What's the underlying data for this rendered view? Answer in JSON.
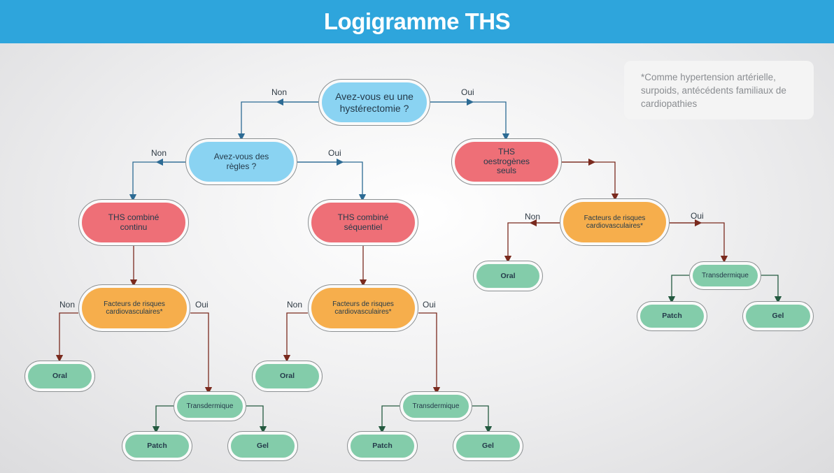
{
  "title": "Logigramme THS",
  "note": "*Comme hypertension artérielle, surpoids, antécédents familiaux de cardiopathies",
  "labels": {
    "non": "Non",
    "oui": "Oui"
  },
  "nodes": {
    "q_hysterectomie": "Avez-vous eu une hystérectomie ?",
    "q_regles": "Avez-vous des règles ?",
    "ths_oestrogenes": "THS oestrogènes seuls",
    "ths_continu": "THS combiné continu",
    "ths_sequentiel": "THS combiné séquentiel",
    "facteurs": "Facteurs de risques cardiovasculaires*",
    "oral": "Oral",
    "transdermique": "Transdermique",
    "patch": "Patch",
    "gel": "Gel"
  },
  "colors": {
    "header": "#2ea5dc",
    "question": "#8ad3f2",
    "treatment": "#ee6f77",
    "risk": "#f6ae4c",
    "route": "#83ccaa"
  }
}
